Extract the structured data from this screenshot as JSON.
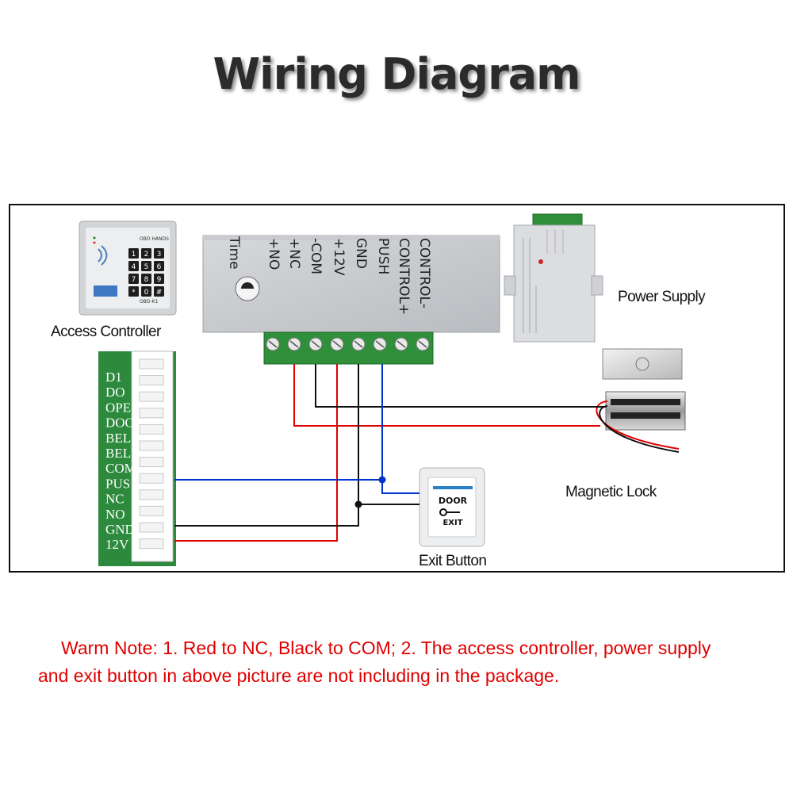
{
  "title": "Wiring Diagram",
  "labels": {
    "access_controller": "Access Controller",
    "power_supply": "Power Supply",
    "magnetic_lock": "Magnetic Lock",
    "exit_button": "Exit Button"
  },
  "controller_box": {
    "terminals": [
      "CONTROL-",
      "CONTROL+",
      "PUSH",
      "GND",
      "+12V",
      "-COM",
      "+NC",
      "+NO"
    ],
    "time_label": "Time"
  },
  "pcb_pins": [
    "D1",
    "DO",
    "OPE",
    "DOO",
    "BEL",
    "BEL",
    "COM",
    "PUS",
    "NC",
    "NO",
    "GND",
    "12V"
  ],
  "keypad": {
    "brand": "OBO HANDS",
    "model": "OBO-K1",
    "keys": [
      "1",
      "2",
      "3",
      "4",
      "5",
      "6",
      "7",
      "8",
      "9",
      "*",
      "0",
      "#"
    ]
  },
  "exit_button_face": {
    "line1": "DOOR",
    "line2": "EXIT"
  },
  "wire_colors": {
    "red": "#e00000",
    "black": "#111111",
    "blue": "#0033cc"
  },
  "note": {
    "line1": "Warm Note: 1. Red  to NC, Black to COM;  2. The access controller, power supply",
    "line2": "and exit button in above picture are not including in the package."
  }
}
